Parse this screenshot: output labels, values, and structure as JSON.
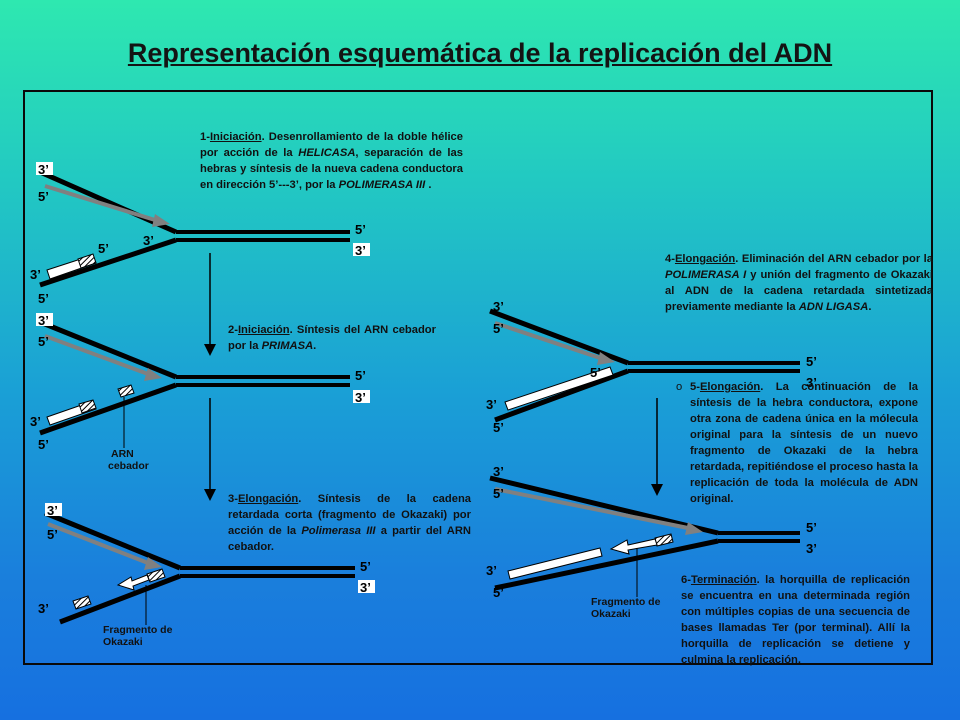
{
  "title": "Representación esquemática de la replicación del ADN",
  "labels": {
    "three": "3’",
    "five": "5’"
  },
  "steps": [
    {
      "num": "1-",
      "name": "Iniciación",
      "text": ". Desenrollamiento de la doble hélice por acción de la ",
      "enzyme": "HELICASA",
      "text2": ", separación de las hebras y síntesis de la nueva cadena conductora en dirección 5’---3’, por la ",
      "enzyme2": "POLIMERASA III",
      "text3": " ."
    },
    {
      "num": "2-",
      "name": "Iniciación",
      "text": ". Síntesis del ARN cebador por la ",
      "enzyme": "PRIMASA",
      "text2": "."
    },
    {
      "num": "3-",
      "name": "Elongación",
      "text": ". Síntesis de la cadena retardada corta (fragmento de Okazaki) por acción de la ",
      "enzyme": "Polimerasa III",
      "text2": " a partir del ARN cebador."
    },
    {
      "num": "4-",
      "name": "Elongación",
      "text": ". Eliminación del ARN cebador por la ",
      "enzyme": "POLIMERASA I",
      "text2": " y unión del fragmento de Okazaki al ADN de la cadena retardada sintetizada previamente mediante la ",
      "enzyme2": "ADN LIGASA",
      "text3": "."
    },
    {
      "bullet": "o",
      "num": "5-",
      "name": "Elongación",
      "text": ". La continuación de la síntesis de la hebra conductora, expone otra zona de cadena única en la mólecula original para la síntesis de un nuevo fragmento de Okazaki de la hebra retardada, repitiéndose el proceso hasta la replicación de toda la molécula de ADN original."
    },
    {
      "num": "6-",
      "name": "Terminación",
      "text": ". la horquilla de replicación se encuentra en una determinada región con múltiples copias de una secuencia de bases llamadas Ter (por terminal). Allí la horquilla de replicación se detiene y culmina la replicación."
    }
  ],
  "annotations": {
    "arn_cebador": [
      "ARN",
      "cebador"
    ],
    "okazaki_1": [
      "Fragmento de",
      "Okazaki"
    ],
    "okazaki_2": [
      "Fragmento de",
      "Okazaki"
    ]
  },
  "colors": {
    "strand": "#000000",
    "new_strand": "#808080",
    "primer": "#ffffff"
  }
}
